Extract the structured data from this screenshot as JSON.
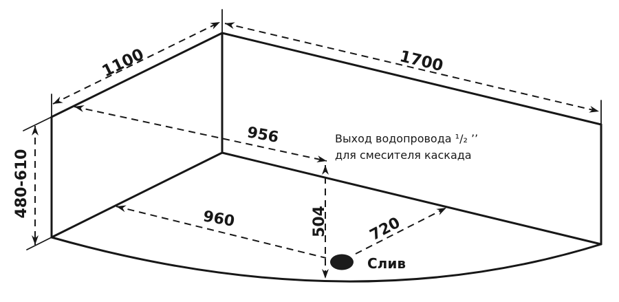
{
  "labels": {
    "rim_left": "1100",
    "rim_right": "1700",
    "rim_to_outlet": "956",
    "wall_height": "480-610",
    "floor_left": "960",
    "outlet_height": "504",
    "drain_to_corner": "720",
    "drain": "Слив",
    "note_line1": "Выход водопровода ¹/₂ ’’",
    "note_line2": "для смесителя каскада"
  },
  "colors": {
    "line": "#171717",
    "background": "#ffffff",
    "drain_fill": "#1c1c1c"
  }
}
